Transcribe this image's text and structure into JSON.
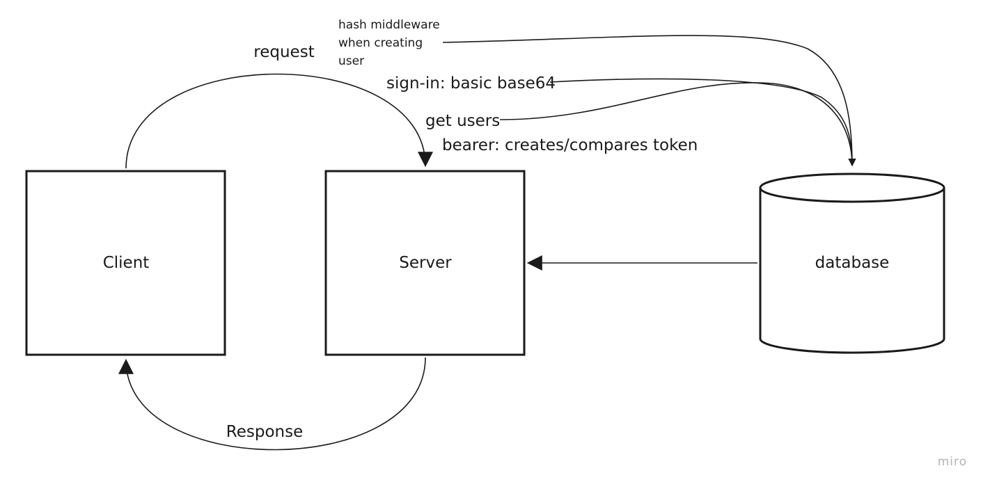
{
  "nodes": {
    "client": "Client",
    "server": "Server",
    "database": "database"
  },
  "edges": {
    "request": "request",
    "response": "Response",
    "hash_middleware": [
      "hash middleware",
      "when creating",
      "user"
    ],
    "sign_in": "sign-in: basic base64",
    "get_users": "get users",
    "bearer": "bearer: creates/compares token"
  },
  "watermark": "miro",
  "colors": {
    "stroke": "#1a1a1a",
    "background": "#ffffff",
    "watermark": "#b3b3b3"
  }
}
